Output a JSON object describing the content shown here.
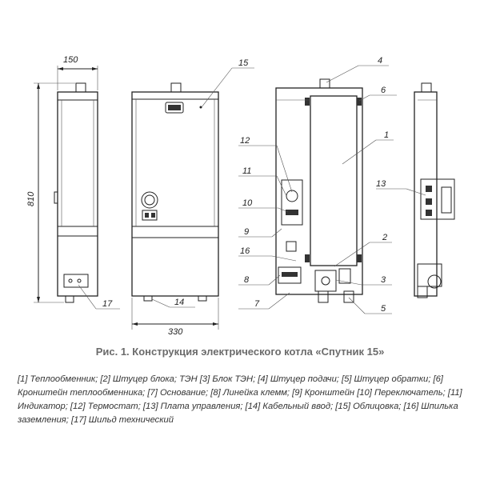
{
  "dimensions": {
    "depth": "150",
    "height": "810",
    "width": "330"
  },
  "callouts": [
    "15",
    "4",
    "6",
    "1",
    "12",
    "11",
    "10",
    "9",
    "16",
    "8",
    "7",
    "13",
    "2",
    "3",
    "5",
    "14",
    "17"
  ],
  "caption": "Рис. 1. Конструкция электрического котла «Спутник 15»",
  "legend": "[1] Теплообменник; [2] Штуцер блока; ТЭН [3] Блок ТЭН; [4] Штуцер подачи; [5] Штуцер обратки; [6] Кронштейн теплообменника; [7] Основание; [8] Линейка клемм; [9] Кронштейн [10] Переключатель; [11] Индикатор; [12] Термостат; [13] Плата управления; [14] Кабельный ввод; [15] Облицовка; [16] Шпилька заземления; [17] Шильд технический",
  "colors": {
    "line": "#222222",
    "caption": "#6b6b6b",
    "text": "#333333"
  }
}
